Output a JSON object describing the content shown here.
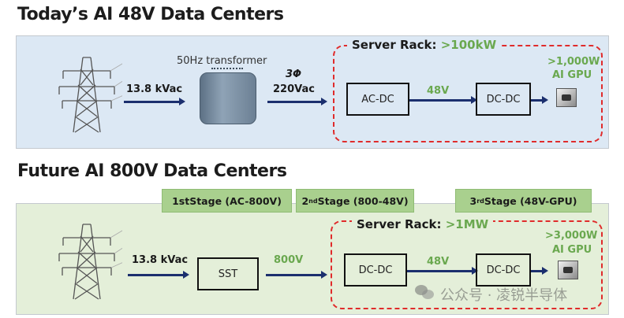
{
  "top": {
    "title": "Today’s AI 48V Data Centers",
    "input_voltage": "13.8 kVac",
    "transformer_label": "50Hz transformer",
    "phase_label": "3Φ",
    "output_voltage": "220Vac",
    "rack": {
      "title": "Server Rack:",
      "power": ">100kW"
    },
    "box1": "AC-DC",
    "bus_voltage": "48V",
    "box2": "DC-DC",
    "gpu_power": ">1,000W",
    "gpu_label": "AI GPU"
  },
  "bottom": {
    "title": "Future AI 800V Data Centers",
    "stages": [
      {
        "prefix": "1st",
        "sup": "",
        "text": " Stage (AC-800V)"
      },
      {
        "prefix": "2",
        "sup": "nd",
        "text": " Stage (800-48V)"
      },
      {
        "prefix": "3",
        "sup": "rd",
        "text": " Stage (48V-GPU)"
      }
    ],
    "input_voltage": "13.8 kVac",
    "sst_label": "SST",
    "dc_voltage": "800V",
    "rack": {
      "title": "Server Rack:",
      "power": ">1MW"
    },
    "box1": "DC-DC",
    "bus_voltage": "48V",
    "box2": "DC-DC",
    "gpu_power": ">3,000W",
    "gpu_label": "AI GPU"
  },
  "watermark": "公众号 · 凌锐半导体",
  "colors": {
    "accent_green": "#6aa84f",
    "dash_red": "#e02b2b",
    "arrow_blue": "#1b2f6e",
    "top_panel": "#dce8f4",
    "bottom_panel": "#e4efd9",
    "stage_fill": "#a9d08e"
  }
}
